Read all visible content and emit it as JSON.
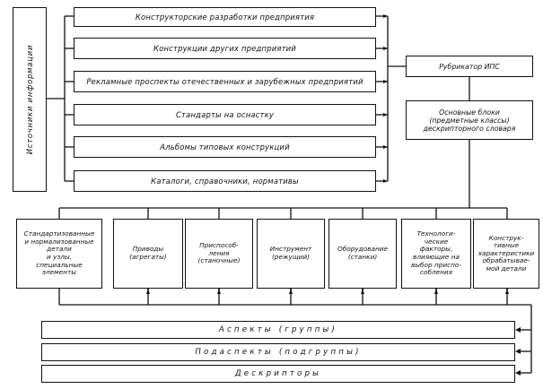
{
  "sources_label": "Источники информации",
  "sources": [
    "Конструкторские разработки предприятия",
    "Конструкции других предприятий",
    "Рекламные проспекты отечественных и зарубежных предприятий",
    "Стандарты на оснастку",
    "Альбомы типовых конструкций",
    "Каталоги, справочники, нормативы"
  ],
  "rubricator": "Рубрикатор ИПС",
  "main_blocks": "Основные блоки\n(предметные классы)\nдескрипторного словаря",
  "categories": [
    "Стандартизованные\nи нормализованные\nдетали\nи узлы,\nспециальные\nэлементы",
    "Приводы\n(агрегаты)",
    "Приспособ-\nления\n(станочные)",
    "Инструмент\n(режущий)",
    "Оборудование\n(станки)",
    "Технологи-\nческие\nфакторы,\nвлияющие на\nвыбор приспо-\nсобления",
    "Конструк-\nтивные\nхарактеристики\nобрабатывае-\nмой детали"
  ],
  "aspects": "Аспекты    (группы)",
  "subaspects": "Подаспекты    (подгруппы)",
  "descriptors": "Дескрипторы"
}
